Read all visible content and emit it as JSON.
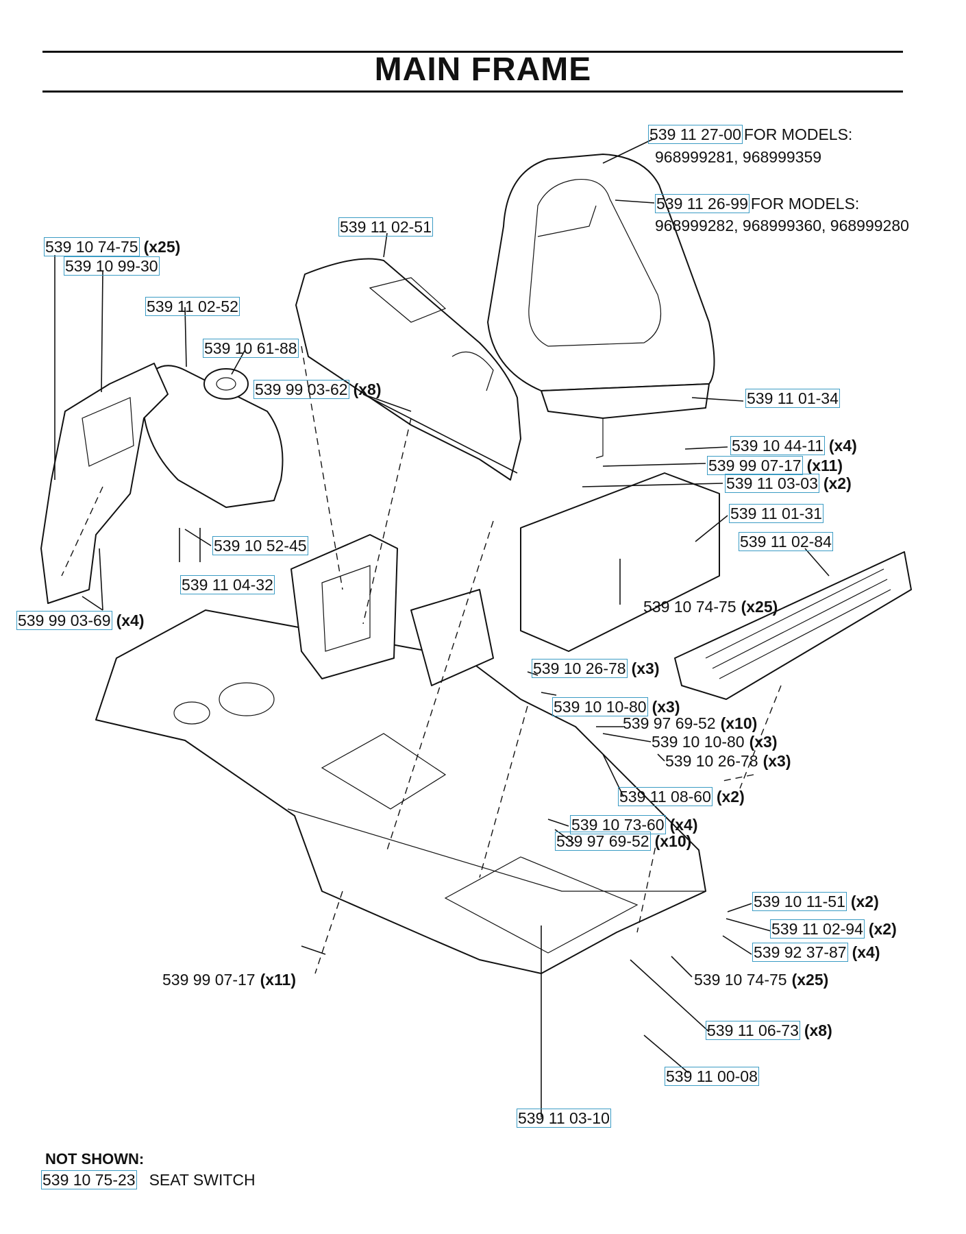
{
  "title": "MAIN FRAME",
  "labels": [
    {
      "id": "l01",
      "part": "539 11 27-00",
      "qty": "",
      "note": "FOR MODELS:",
      "linked": true
    },
    {
      "id": "l02",
      "part": "539 11 26-99",
      "qty": "",
      "note": "FOR MODELS:",
      "linked": true
    },
    {
      "id": "l03",
      "part": "539 11 02-51",
      "qty": "",
      "note": "",
      "linked": true
    },
    {
      "id": "l04",
      "part": "539 10 74-75",
      "qty": "(x25)",
      "note": "",
      "linked": true
    },
    {
      "id": "l05",
      "part": "539 10 99-30",
      "qty": "",
      "note": "",
      "linked": true
    },
    {
      "id": "l06",
      "part": "539 11 02-52",
      "qty": "",
      "note": "",
      "linked": true
    },
    {
      "id": "l07",
      "part": "539 10 61-88",
      "qty": "",
      "note": "",
      "linked": true
    },
    {
      "id": "l08",
      "part": "539 99 03-62",
      "qty": "(x8)",
      "note": "",
      "linked": true
    },
    {
      "id": "l09",
      "part": "539 11 01-34",
      "qty": "",
      "note": "",
      "linked": true
    },
    {
      "id": "l10",
      "part": "539 10 44-11",
      "qty": "(x4)",
      "note": "",
      "linked": true
    },
    {
      "id": "l11",
      "part": "539 99 07-17",
      "qty": "(x11)",
      "note": "",
      "linked": true
    },
    {
      "id": "l12",
      "part": "539 11 03-03",
      "qty": "(x2)",
      "note": "",
      "linked": true
    },
    {
      "id": "l13",
      "part": "539 11 01-31",
      "qty": "",
      "note": "",
      "linked": true
    },
    {
      "id": "l14",
      "part": "539 11 02-84",
      "qty": "",
      "note": "",
      "linked": true
    },
    {
      "id": "l15",
      "part": "539 10 52-45",
      "qty": "",
      "note": "",
      "linked": true
    },
    {
      "id": "l16",
      "part": "539 11 04-32",
      "qty": "",
      "note": "",
      "linked": true
    },
    {
      "id": "l17",
      "part": "539 10 74-75",
      "qty": "(x25)",
      "note": "",
      "linked": false
    },
    {
      "id": "l18",
      "part": "539 99 03-69",
      "qty": "(x4)",
      "note": "",
      "linked": true
    },
    {
      "id": "l19",
      "part": "539 10 26-78",
      "qty": "(x3)",
      "note": "",
      "linked": true
    },
    {
      "id": "l20",
      "part": "539 10 10-80",
      "qty": "(x3)",
      "note": "",
      "linked": true
    },
    {
      "id": "l21",
      "part": "539 97 69-52",
      "qty": "(x10)",
      "note": "",
      "linked": false
    },
    {
      "id": "l22",
      "part": "539 10 10-80",
      "qty": "(x3)",
      "note": "",
      "linked": false
    },
    {
      "id": "l23",
      "part": "539 10 26-78",
      "qty": "(x3)",
      "note": "",
      "linked": false
    },
    {
      "id": "l24",
      "part": "539 11 08-60",
      "qty": "(x2)",
      "note": "",
      "linked": true
    },
    {
      "id": "l25",
      "part": "539 10 73-60",
      "qty": "(x4)",
      "note": "",
      "linked": true
    },
    {
      "id": "l26",
      "part": "539 97 69-52",
      "qty": "(x10)",
      "note": "",
      "linked": true
    },
    {
      "id": "l27",
      "part": "539 10 11-51",
      "qty": "(x2)",
      "note": "",
      "linked": true
    },
    {
      "id": "l28",
      "part": "539 11 02-94",
      "qty": "(x2)",
      "note": "",
      "linked": true
    },
    {
      "id": "l29",
      "part": "539 92 37-87",
      "qty": "(x4)",
      "note": "",
      "linked": true
    },
    {
      "id": "l30",
      "part": "539 99 07-17",
      "qty": "(x11)",
      "note": "",
      "linked": false
    },
    {
      "id": "l31",
      "part": "539 10 74-75",
      "qty": "(x25)",
      "note": "",
      "linked": false
    },
    {
      "id": "l32",
      "part": "539 11 06-73",
      "qty": "(x8)",
      "note": "",
      "linked": true
    },
    {
      "id": "l33",
      "part": "539 11 00-08",
      "qty": "",
      "note": "",
      "linked": true
    },
    {
      "id": "l34",
      "part": "539 11 03-10",
      "qty": "",
      "note": "",
      "linked": true
    }
  ],
  "models": {
    "seat_a": "968999281,  968999359",
    "seat_b": "968999282,  968999360,  968999280"
  },
  "not_shown": {
    "heading": "NOT SHOWN:",
    "part": "539 10 75-23",
    "description": "SEAT SWITCH"
  }
}
